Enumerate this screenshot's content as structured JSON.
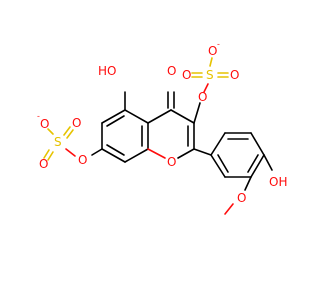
{
  "colors": {
    "carbon": "#000000",
    "oxygen": "#ff0d0d",
    "sulfur": "#e6c300",
    "background": "#ffffff"
  },
  "molecule": {
    "atoms": {
      "ho5_oh": "HO",
      "c4_oxo": "O",
      "o3_link": "O",
      "s3": "S",
      "s3_o_minus": "O",
      "s3_o_minus_charge": "-",
      "s3_o_left": "O",
      "s3_o_right": "O",
      "s7": "S",
      "s7_o_minus": "O",
      "s7_o_minus_charge": "-",
      "s7_o_right": "O",
      "s7_o_bottom": "O",
      "o7_link": "O",
      "o1_ring": "O",
      "oh4p": "OH",
      "o3p_methoxy": "O"
    }
  }
}
